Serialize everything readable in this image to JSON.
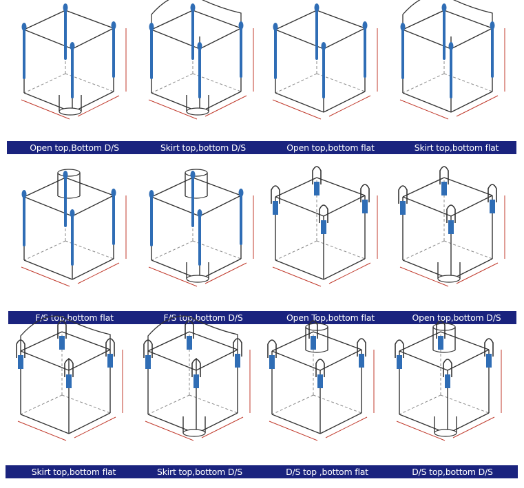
{
  "rows": [
    {
      "items": [
        {
          "label": "Open top,Bottom D/S",
          "top": "open",
          "bottom": "spout",
          "handles": "straps"
        },
        {
          "label": "Skirt top,bottom D/S",
          "top": "skirt",
          "bottom": "spout",
          "handles": "straps"
        },
        {
          "label": "Open top,bottom flat",
          "top": "open",
          "bottom": "flat",
          "handles": "straps"
        },
        {
          "label": "Skirt top,bottom flat",
          "top": "skirt",
          "bottom": "flat",
          "handles": "straps"
        }
      ]
    },
    {
      "items": [
        {
          "label": "F/S top,bottom flat",
          "top": "spout",
          "bottom": "flat",
          "handles": "straps"
        },
        {
          "label": "F/S top,bottom D/S",
          "top": "spout",
          "bottom": "spout",
          "handles": "straps"
        },
        {
          "label": "Open Top,bottom flat",
          "top": "open",
          "bottom": "flat",
          "handles": "loops"
        },
        {
          "label": "Open top,bottom D/S",
          "top": "open",
          "bottom": "spout",
          "handles": "loops"
        }
      ]
    },
    {
      "items": [
        {
          "label": "Skirt top,bottom flat",
          "top": "skirt",
          "bottom": "flat",
          "handles": "loops"
        },
        {
          "label": "Skirt top,bottom D/S",
          "top": "skirt",
          "bottom": "spout",
          "handles": "loops"
        },
        {
          "label": "D/S top ,bottom flat",
          "top": "spout",
          "bottom": "flat",
          "handles": "loops"
        },
        {
          "label": "D/S top,bottom D/S",
          "top": "spout",
          "bottom": "spout",
          "handles": "loops"
        }
      ]
    }
  ],
  "colors": {
    "bar": "#1a237e",
    "label": "#ffffff",
    "line": "#333333",
    "dashed": "#888888",
    "strap": "#2f6db5",
    "dimension": "#c0392b"
  }
}
